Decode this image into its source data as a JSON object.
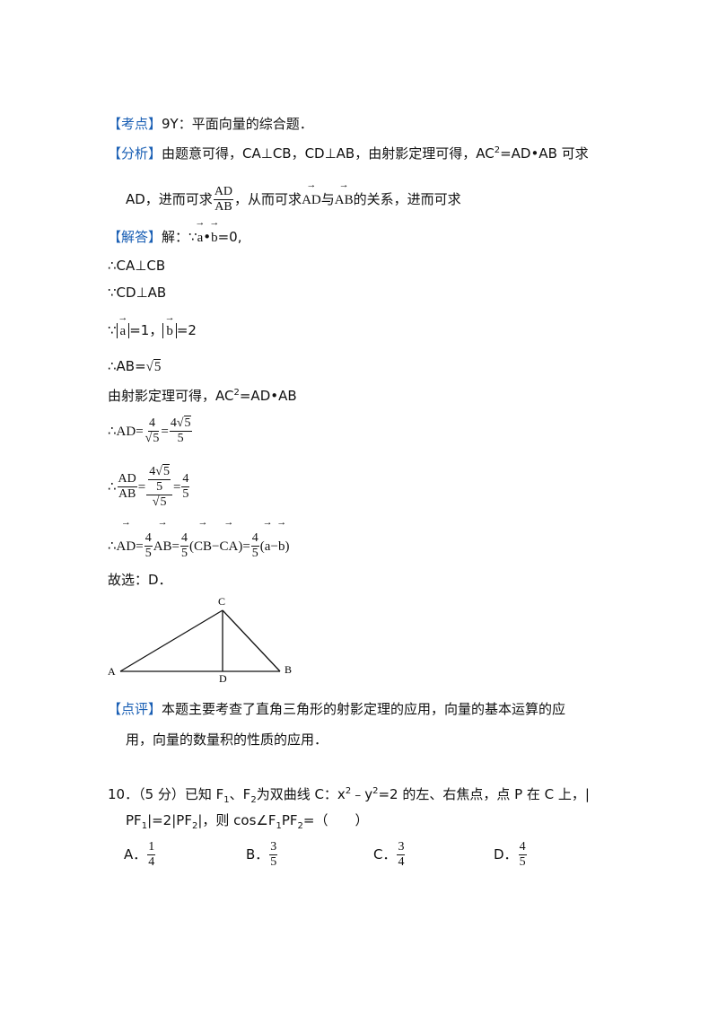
{
  "kaodian": {
    "tag": "【考点】",
    "text": "9Y：平面向量的综合题．"
  },
  "fenxi": {
    "tag": "【分析】",
    "line1": "由题意可得，CA⊥CB，CD⊥AB，由射影定理可得，AC",
    "line1_sup": "2",
    "line1_tail": "=AD•AB 可求",
    "line2_a": "AD，进而可求",
    "frac_num": "AD",
    "frac_den": "AB",
    "line2_b": "，从而可求",
    "vec1": "AD",
    "line2_c": "与",
    "vec2": "AB",
    "line2_d": "的关系，进而可求"
  },
  "jieda": {
    "tag": "【解答】",
    "start": "解：∵",
    "va": "a",
    "dot": "•",
    "vb": "b",
    "end": "=0,"
  },
  "steps": {
    "s1": "∴CA⊥CB",
    "s2": "∵CD⊥AB",
    "s3_pre": "∵",
    "s3_a": "a",
    "s3_mid": "=1，",
    "s3_b": "b",
    "s3_end": "=2",
    "s4_pre": "∴AB=",
    "s4_rad": "5",
    "s5_a": "由射影定理可得，AC",
    "s5_sup": "2",
    "s5_b": "=AD•AB",
    "s6_pre": "∴",
    "s6_lhs": "AD=",
    "s6_num1": "4",
    "s6_den1": "5",
    "s6_eq": "=",
    "s6_num2": "4",
    "s6_num2_rad": "5",
    "s6_den2": "5",
    "s7_pre": "∴",
    "s7_num": "AD",
    "s7_den": "AB",
    "s7_eq": "=",
    "s7_big_num_a": "4",
    "s7_big_num_rad": "5",
    "s7_big_num_b": "5",
    "s7_big_den": "5",
    "s7_eq2": "=",
    "s7_r_num": "4",
    "s7_r_den": "5",
    "s8_pre": "∴",
    "s8_v1": "AD",
    "s8_eq1": "=",
    "s8_f1n": "4",
    "s8_f1d": "5",
    "s8_v2": "AB",
    "s8_eq2": "=",
    "s8_f2n": "4",
    "s8_f2d": "5",
    "s8_p1": "(",
    "s8_v3": "CB",
    "s8_minus1": "−",
    "s8_v4": "CA",
    "s8_p2": ")",
    "s8_eq3": "=",
    "s8_f3n": "4",
    "s8_f3d": "5",
    "s8_p3": "(",
    "s8_v5": "a",
    "s8_minus2": "−",
    "s8_v6": "b",
    "s8_p4": ")",
    "s9": "故选：D．"
  },
  "figure": {
    "A": "A",
    "B": "B",
    "C": "C",
    "D": "D"
  },
  "dianping": {
    "tag": "【点评】",
    "line1": "本题主要考查了直角三角形的射影定理的应用，向量的基本运算的应",
    "line2": "用，向量的数量积的性质的应用．"
  },
  "q10": {
    "line1_a": "10．（5 分）已知 F",
    "sub1": "1",
    "line1_b": "、F",
    "sub2": "2",
    "line1_c": "为双曲线 C：x",
    "sup1": "2",
    "line1_d": "﹣y",
    "sup2": "2",
    "line1_e": "=2 的左、右焦点，点 P 在 C 上，|",
    "line2_a": "PF",
    "sub3": "1",
    "line2_b": "|=2|PF",
    "sub4": "2",
    "line2_c": "|，则 cos∠F",
    "sub5": "1",
    "line2_d": "PF",
    "sub6": "2",
    "line2_e": "=（　　）",
    "options": [
      {
        "label": "A．",
        "num": "1",
        "den": "4"
      },
      {
        "label": "B．",
        "num": "3",
        "den": "5"
      },
      {
        "label": "C．",
        "num": "3",
        "den": "4"
      },
      {
        "label": "D．",
        "num": "4",
        "den": "5"
      }
    ]
  }
}
